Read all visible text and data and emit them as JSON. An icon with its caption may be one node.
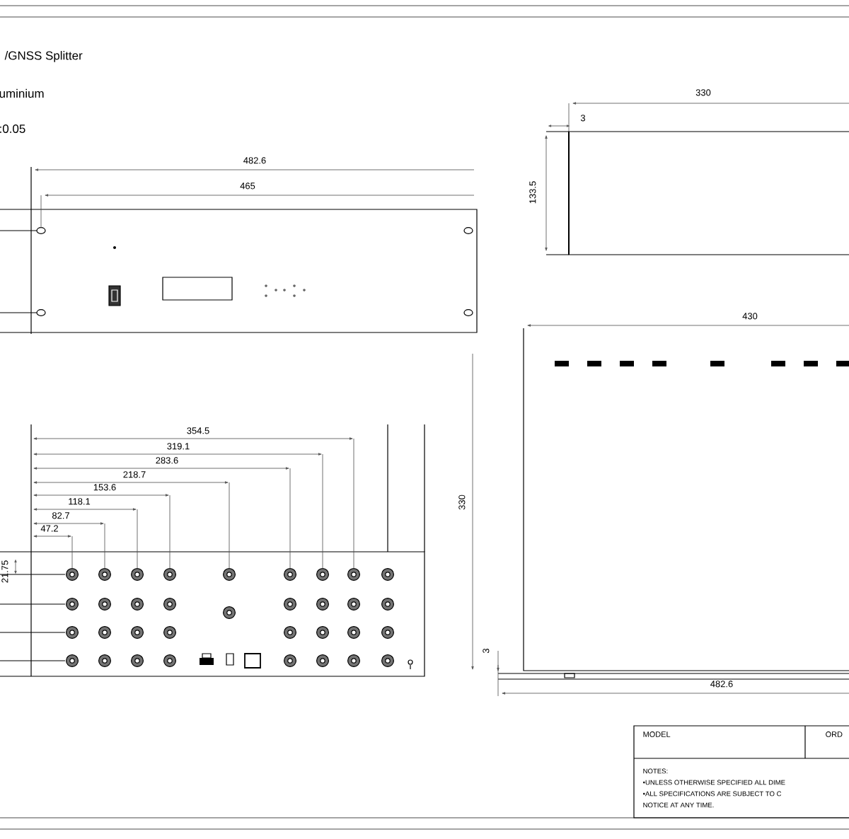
{
  "diagram": {
    "labels": [
      "/GNSS Splitter",
      "uminium",
      ":0.05",
      "330",
      "3",
      "482.6",
      "133.5",
      "465",
      "430",
      "354.5",
      "319.1",
      "283.6",
      "218.7",
      "153.6",
      "118.1",
      "82.7",
      "47.2",
      "330",
      "21.75",
      "3",
      "482.6",
      "MODEL",
      "ORD",
      "NOTES:",
      "•UNLESS OTHERWISE SPECIFIED ALL DIME",
      "•ALL SPECIFICATIONS ARE SUBJECT TO C",
      "NOTICE AT ANY TIME."
    ]
  }
}
